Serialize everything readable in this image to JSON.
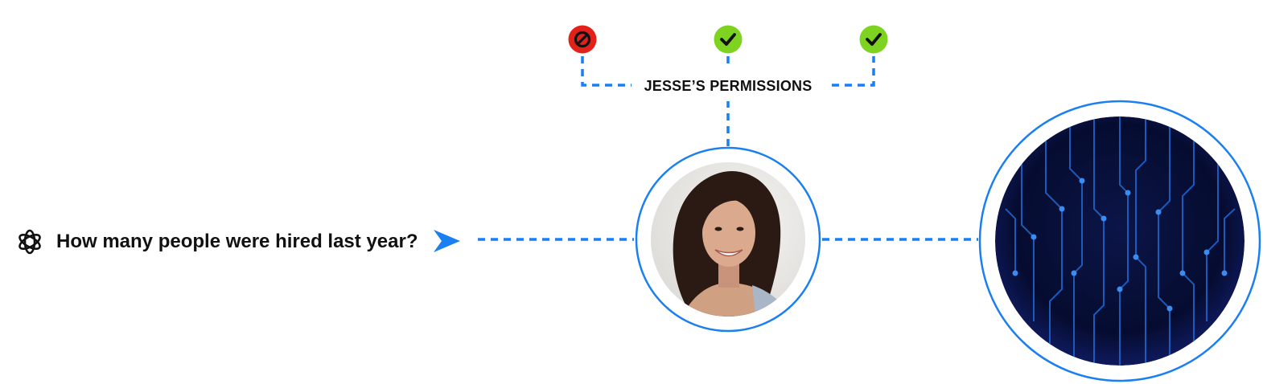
{
  "query": {
    "text": "How many people were hired last year?",
    "icon": "openai-logo-icon"
  },
  "permissions": {
    "label": "JESSE’S PERMISSIONS",
    "items": [
      {
        "status": "denied",
        "icon": "blocked-icon"
      },
      {
        "status": "allowed",
        "icon": "check-icon"
      },
      {
        "status": "allowed",
        "icon": "check-icon"
      }
    ]
  },
  "nodes": {
    "user": {
      "icon": "user-avatar"
    },
    "data_source": {
      "icon": "circuit-globe-icon"
    }
  },
  "colors": {
    "accent": "#1a7ff0",
    "denied": "#e3211b",
    "allowed": "#7ed321",
    "globe_dark": "#050a2a",
    "globe_circuit": "#1f63c9"
  }
}
